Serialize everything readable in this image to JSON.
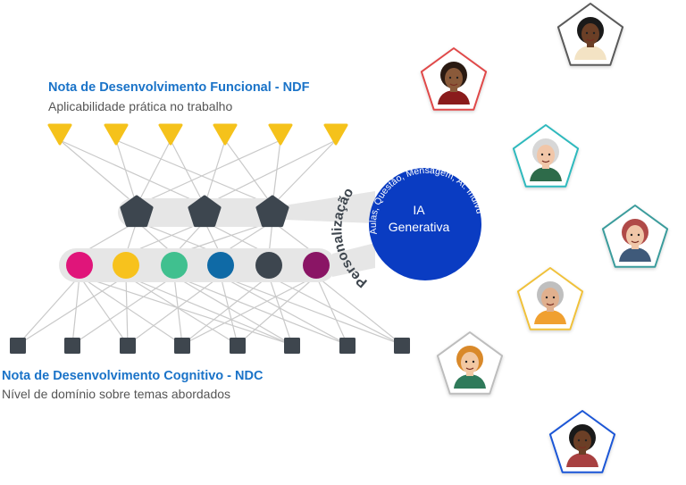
{
  "ndf": {
    "title": "Nota de Desenvolvimento Funcional - NDF",
    "subtitle": "Aplicabilidade prática no trabalho"
  },
  "ndc": {
    "title": "Nota de Desenvolvimento Cognitivo - NDC",
    "subtitle": "Nível de domínio sobre temas abordados"
  },
  "hub": {
    "line1": "IA",
    "line2": "Generativa",
    "arc_outer": "Personalização",
    "arc_inner": "Aulas, Questão, Mensagem, At. Indivdual"
  },
  "colors": {
    "top_triangle": "#f5c21b",
    "pentagon_dark": "#3d464f",
    "square_dark": "#3e464e",
    "hub_blue": "#0a3cc2",
    "link_gray": "#c9c9c9",
    "band_gray": "#e6e6e6",
    "title_blue": "#1a73c8",
    "circles": [
      "#e0157a",
      "#f7c21d",
      "#40c08f",
      "#0f6aa6",
      "#3d464f",
      "#8a1565"
    ]
  },
  "avatars": [
    {
      "name": "avatar-1",
      "border": "#5a5a5a",
      "skin": "#6b3f26",
      "hair": "#1a1a1a",
      "shirt": "#f3e3c4"
    },
    {
      "name": "avatar-2",
      "border": "#e04848",
      "skin": "#8a5a3a",
      "hair": "#2a1a12",
      "shirt": "#8a1c1c"
    },
    {
      "name": "avatar-3",
      "border": "#2fb9bd",
      "skin": "#f1c6a8",
      "hair": "#d7d7d7",
      "shirt": "#2e6b4a"
    },
    {
      "name": "avatar-4",
      "border": "#3a9c9c",
      "skin": "#f0c6a8",
      "hair": "#b04a48",
      "shirt": "#3f5a7a"
    },
    {
      "name": "avatar-5",
      "border": "#f0c13a",
      "skin": "#e0b08e",
      "hair": "#bfbfbf",
      "shirt": "#f0a030"
    },
    {
      "name": "avatar-6",
      "border": "#bdbdbd",
      "skin": "#f2c8a2",
      "hair": "#d9892a",
      "shirt": "#2f7a5a"
    },
    {
      "name": "avatar-7",
      "border": "#1b57d6",
      "skin": "#6b3f26",
      "hair": "#1a1a1a",
      "shirt": "#a84040"
    }
  ]
}
